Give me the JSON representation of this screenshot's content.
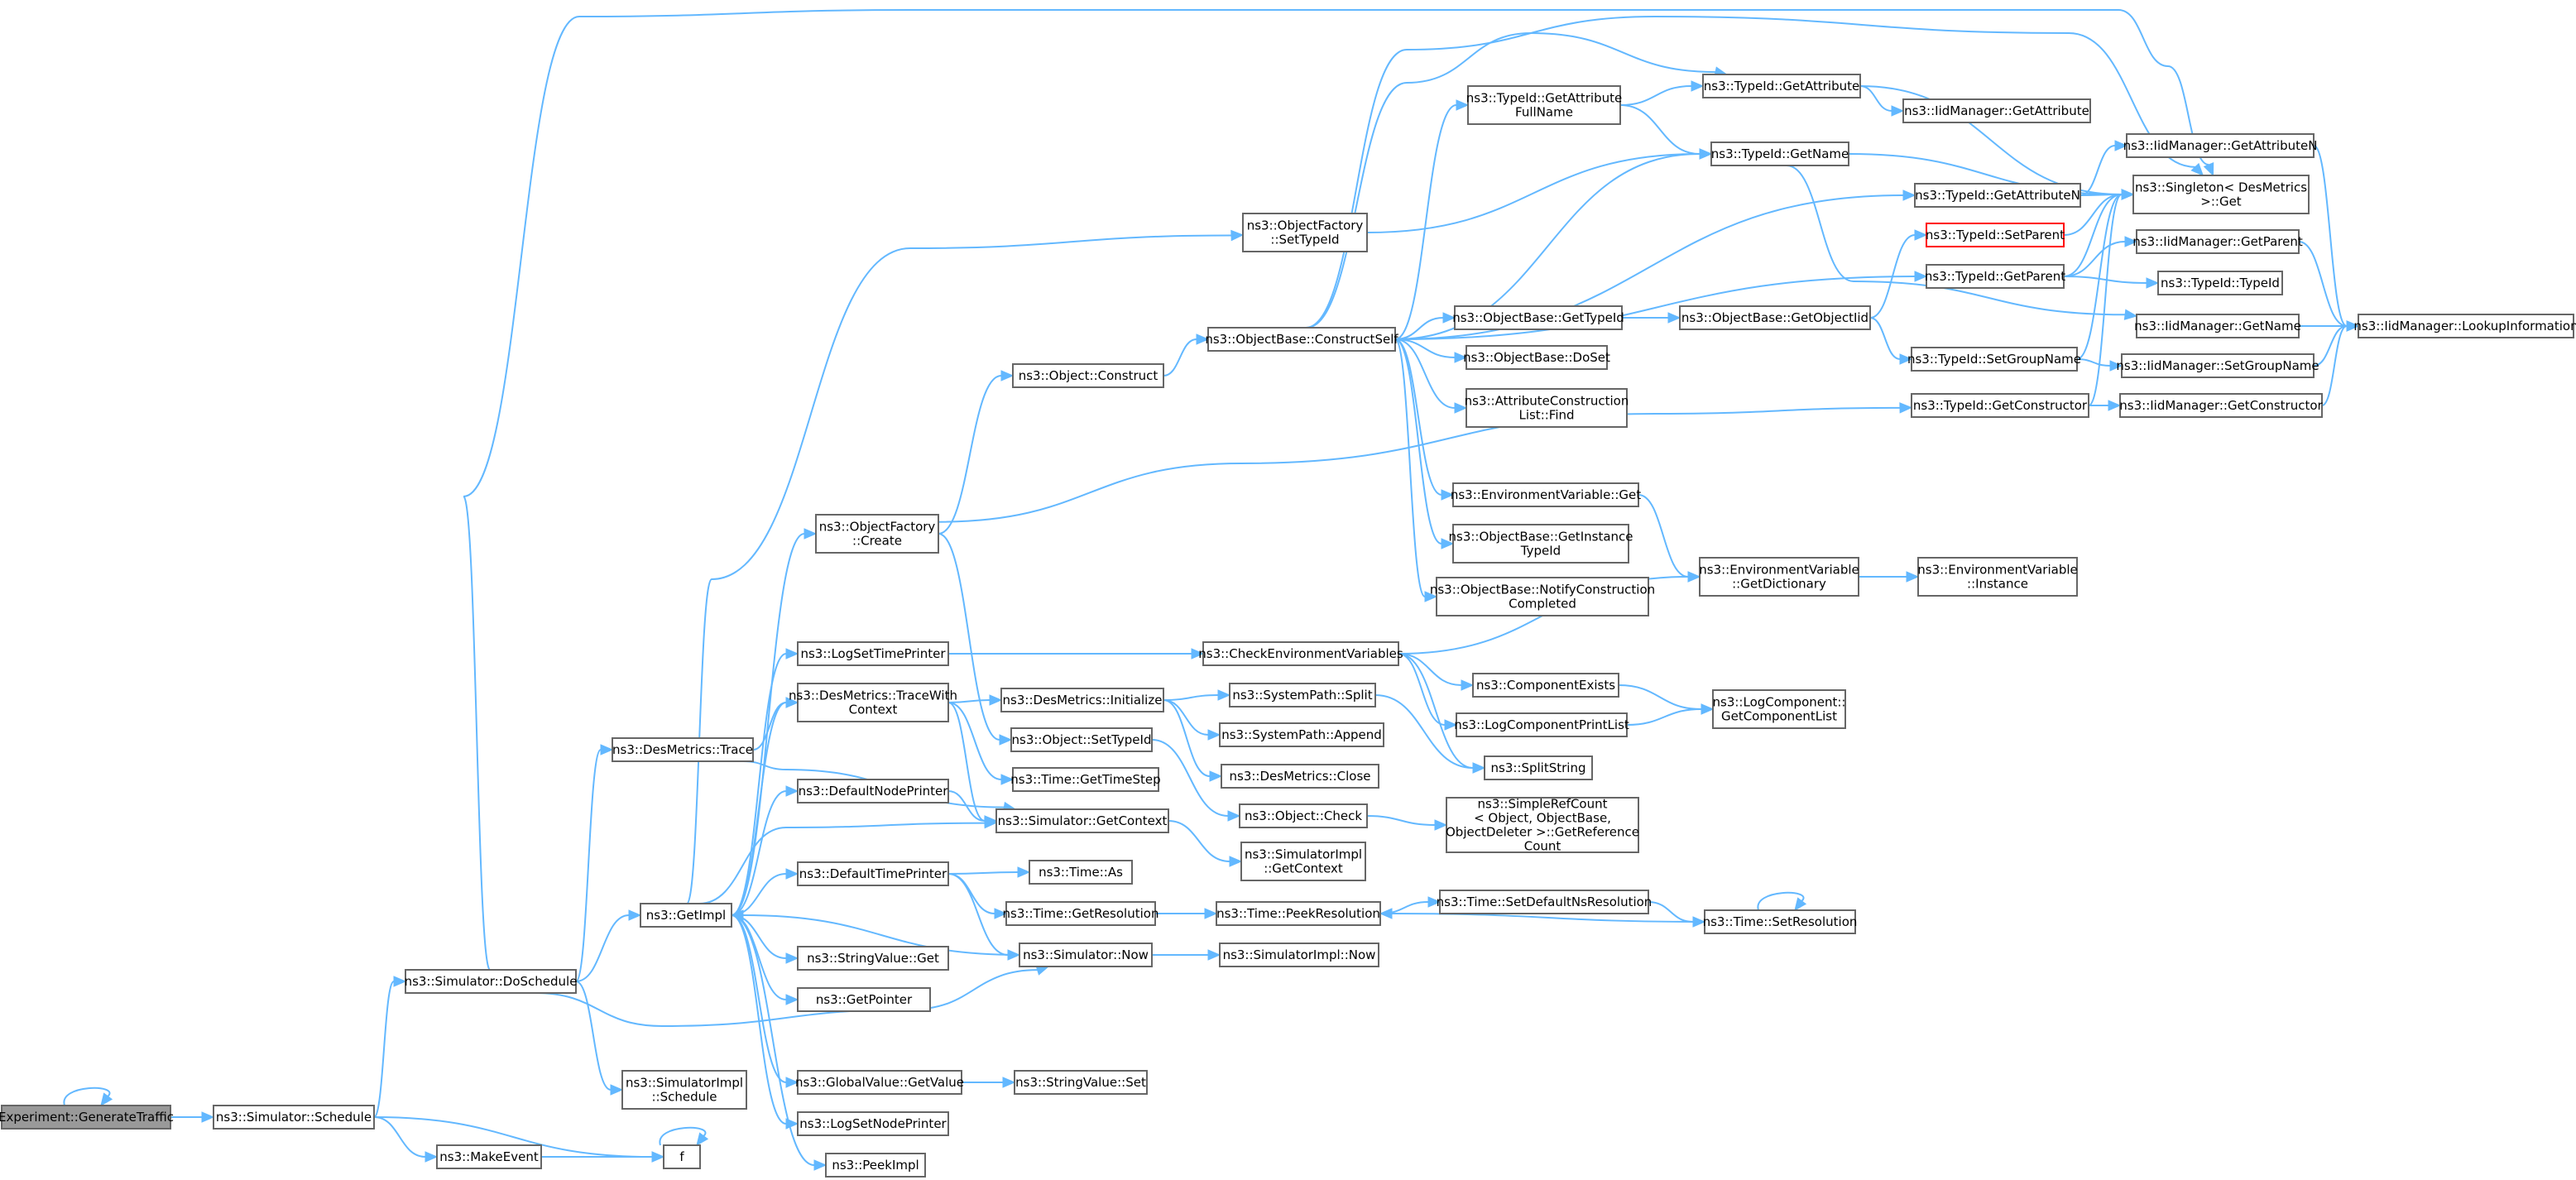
{
  "nodes": [
    {
      "id": "root",
      "lines": [
        "Experiment::GenerateTraffic"
      ],
      "style": "root"
    },
    {
      "id": "sched",
      "lines": [
        "ns3::Simulator::Schedule"
      ]
    },
    {
      "id": "makeevent",
      "lines": [
        "ns3::MakeEvent"
      ]
    },
    {
      "id": "f",
      "lines": [
        "f"
      ]
    },
    {
      "id": "dosched",
      "lines": [
        "ns3::Simulator::DoSchedule"
      ]
    },
    {
      "id": "simimplsched",
      "lines": [
        "ns3::SimulatorImpl",
        "::Schedule"
      ]
    },
    {
      "id": "destrace",
      "lines": [
        "ns3::DesMetrics::Trace"
      ]
    },
    {
      "id": "getimpl",
      "lines": [
        "ns3::GetImpl"
      ]
    },
    {
      "id": "logsettp",
      "lines": [
        "ns3::LogSetTimePrinter"
      ]
    },
    {
      "id": "tracewc",
      "lines": [
        "ns3::DesMetrics::TraceWith",
        "Context"
      ]
    },
    {
      "id": "defnodeprinter",
      "lines": [
        "ns3::DefaultNodePrinter"
      ]
    },
    {
      "id": "deftimeprinter",
      "lines": [
        "ns3::DefaultTimePrinter"
      ]
    },
    {
      "id": "stringvalueget",
      "lines": [
        "ns3::StringValue::Get"
      ]
    },
    {
      "id": "getpointer",
      "lines": [
        "ns3::GetPointer"
      ]
    },
    {
      "id": "globalvalueget",
      "lines": [
        "ns3::GlobalValue::GetValue"
      ]
    },
    {
      "id": "logsetnp",
      "lines": [
        "ns3::LogSetNodePrinter"
      ]
    },
    {
      "id": "peekimpl",
      "lines": [
        "ns3::PeekImpl"
      ]
    },
    {
      "id": "objfcreate",
      "lines": [
        "ns3::ObjectFactory",
        "::Create"
      ]
    },
    {
      "id": "objconstruct",
      "lines": [
        "ns3::Object::Construct"
      ]
    },
    {
      "id": "objfsettypeid",
      "lines": [
        "ns3::ObjectFactory",
        "::SetTypeId"
      ]
    },
    {
      "id": "objsettypeid",
      "lines": [
        "ns3::Object::SetTypeId"
      ]
    },
    {
      "id": "desinit",
      "lines": [
        "ns3::DesMetrics::Initialize"
      ]
    },
    {
      "id": "timestep",
      "lines": [
        "ns3::Time::GetTimeStep"
      ]
    },
    {
      "id": "simgetctx",
      "lines": [
        "ns3::Simulator::GetContext"
      ]
    },
    {
      "id": "timeas",
      "lines": [
        "ns3::Time::As"
      ]
    },
    {
      "id": "timegetres",
      "lines": [
        "ns3::Time::GetResolution"
      ]
    },
    {
      "id": "simnow",
      "lines": [
        "ns3::Simulator::Now"
      ]
    },
    {
      "id": "strvalset",
      "lines": [
        "ns3::StringValue::Set"
      ]
    },
    {
      "id": "checkenv",
      "lines": [
        "ns3::CheckEnvironmentVariables"
      ]
    },
    {
      "id": "splitpath",
      "lines": [
        "ns3::SystemPath::Split"
      ]
    },
    {
      "id": "appendpath",
      "lines": [
        "ns3::SystemPath::Append"
      ]
    },
    {
      "id": "desclose",
      "lines": [
        "ns3::DesMetrics::Close"
      ]
    },
    {
      "id": "objcheck",
      "lines": [
        "ns3::Object::Check"
      ]
    },
    {
      "id": "implgetctx",
      "lines": [
        "ns3::SimulatorImpl",
        "::GetContext"
      ]
    },
    {
      "id": "peekres",
      "lines": [
        "ns3::Time::PeekResolution"
      ]
    },
    {
      "id": "implnow",
      "lines": [
        "ns3::SimulatorImpl::Now"
      ]
    },
    {
      "id": "constructself",
      "lines": [
        "ns3::ObjectBase::ConstructSelf"
      ]
    },
    {
      "id": "gettypeidob",
      "lines": [
        "ns3::ObjectBase::GetTypeId"
      ]
    },
    {
      "id": "doset",
      "lines": [
        "ns3::ObjectBase::DoSet"
      ]
    },
    {
      "id": "attrfind",
      "lines": [
        "ns3::AttributeConstruction",
        "List::Find"
      ]
    },
    {
      "id": "envget",
      "lines": [
        "ns3::EnvironmentVariable::Get"
      ]
    },
    {
      "id": "getinsttid",
      "lines": [
        "ns3::ObjectBase::GetInstance",
        "TypeId"
      ]
    },
    {
      "id": "notifycc",
      "lines": [
        "ns3::ObjectBase::NotifyConstruction",
        "Completed"
      ]
    },
    {
      "id": "compexists",
      "lines": [
        "ns3::ComponentExists"
      ]
    },
    {
      "id": "logcompprint",
      "lines": [
        "ns3::LogComponentPrintList"
      ]
    },
    {
      "id": "splitstring",
      "lines": [
        "ns3::SplitString"
      ]
    },
    {
      "id": "refcount",
      "lines": [
        "ns3::SimpleRefCount",
        "< Object, ObjectBase,",
        "ObjectDeleter >::GetReference",
        "Count"
      ]
    },
    {
      "id": "setdefns",
      "lines": [
        "ns3::Time::SetDefaultNsResolution"
      ]
    },
    {
      "id": "getattrfull",
      "lines": [
        "ns3::TypeId::GetAttribute",
        "FullName"
      ]
    },
    {
      "id": "getattr",
      "lines": [
        "ns3::TypeId::GetAttribute"
      ]
    },
    {
      "id": "getname",
      "lines": [
        "ns3::TypeId::GetName"
      ]
    },
    {
      "id": "getobjtid",
      "lines": [
        "ns3::ObjectBase::GetObjectIid"
      ]
    },
    {
      "id": "envdict",
      "lines": [
        "ns3::EnvironmentVariable",
        "::GetDictionary"
      ]
    },
    {
      "id": "getcomplist",
      "lines": [
        "ns3::LogComponent::",
        "GetComponentList"
      ]
    },
    {
      "id": "timesetres",
      "lines": [
        "ns3::Time::SetResolution"
      ]
    },
    {
      "id": "iidgetattr",
      "lines": [
        "ns3::IidManager::GetAttribute"
      ]
    },
    {
      "id": "getattrn",
      "lines": [
        "ns3::TypeId::GetAttributeN"
      ]
    },
    {
      "id": "setparent",
      "lines": [
        "ns3::TypeId::SetParent"
      ],
      "style": "red"
    },
    {
      "id": "getparent",
      "lines": [
        "ns3::TypeId::GetParent"
      ]
    },
    {
      "id": "setgroupname",
      "lines": [
        "ns3::TypeId::SetGroupName"
      ]
    },
    {
      "id": "getconstructor",
      "lines": [
        "ns3::TypeId::GetConstructor"
      ]
    },
    {
      "id": "envinstance",
      "lines": [
        "ns3::EnvironmentVariable",
        "::Instance"
      ]
    },
    {
      "id": "iidgetattrn",
      "lines": [
        "ns3::IidManager::GetAttributeN"
      ]
    },
    {
      "id": "singleton",
      "lines": [
        "ns3::Singleton< DesMetrics",
        ">::Get"
      ]
    },
    {
      "id": "iidgetparent",
      "lines": [
        "ns3::IidManager::GetParent"
      ]
    },
    {
      "id": "typeidtypeid",
      "lines": [
        "ns3::TypeId::TypeId"
      ]
    },
    {
      "id": "iidgetname",
      "lines": [
        "ns3::IidManager::GetName"
      ]
    },
    {
      "id": "iidsetgroup",
      "lines": [
        "ns3::IidManager::SetGroupName"
      ]
    },
    {
      "id": "iidgetctor",
      "lines": [
        "ns3::IidManager::GetConstructor"
      ]
    },
    {
      "id": "lookupinfo",
      "lines": [
        "ns3::IidManager::LookupInformation"
      ]
    }
  ]
}
